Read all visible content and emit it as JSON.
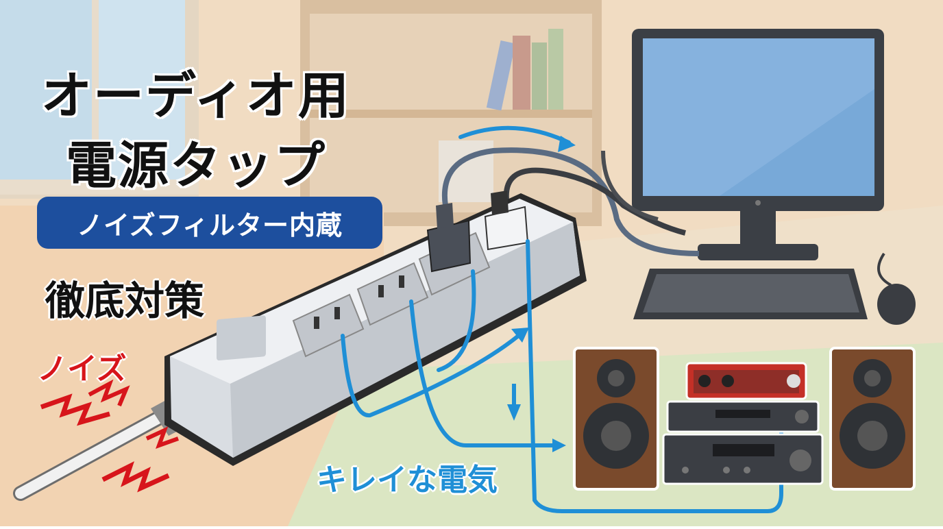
{
  "heading": {
    "line1": "オーディオ用",
    "line2": "電源タップ"
  },
  "badge": {
    "label": "ノイズフィルター内蔵"
  },
  "subheading": "徹底対策",
  "labels": {
    "noise": "ノイズ",
    "clean_power": "キレイな電気"
  },
  "colors": {
    "badge_bg": "#1d4f9e",
    "noise_red": "#d7151b",
    "flow_blue": "#1f8fd6",
    "wall": "#f1dcc2",
    "floor": "#dbe6c3"
  },
  "icons": [
    "power-strip-icon",
    "monitor-icon",
    "keyboard-icon",
    "mouse-icon",
    "speaker-icon",
    "amplifier-icon",
    "audio-interface-icon",
    "lightning-icon",
    "arrow-icon"
  ]
}
